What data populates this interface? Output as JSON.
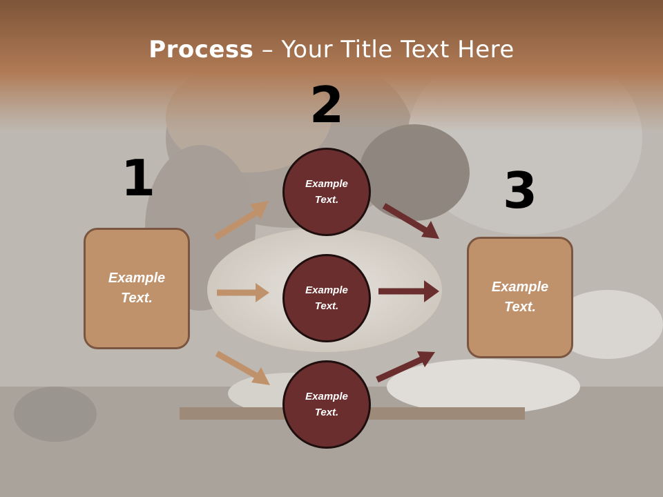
{
  "title": {
    "strong": "Process",
    "rest": " – Your Title Text Here"
  },
  "steps": [
    {
      "number": "1",
      "text": "Example\nText."
    },
    {
      "number": "2",
      "texts": [
        "Example\nText.",
        "Example\nText.",
        "Example\nText."
      ]
    },
    {
      "number": "3",
      "text": "Example\nText."
    }
  ],
  "colors": {
    "header_band": "#a9734e",
    "box_fill": "#c0926c",
    "box_border": "#7a5640",
    "circle_fill": "#6b2e2e",
    "arrow_light": "#c0926c",
    "arrow_dark": "#6b2e2e"
  }
}
